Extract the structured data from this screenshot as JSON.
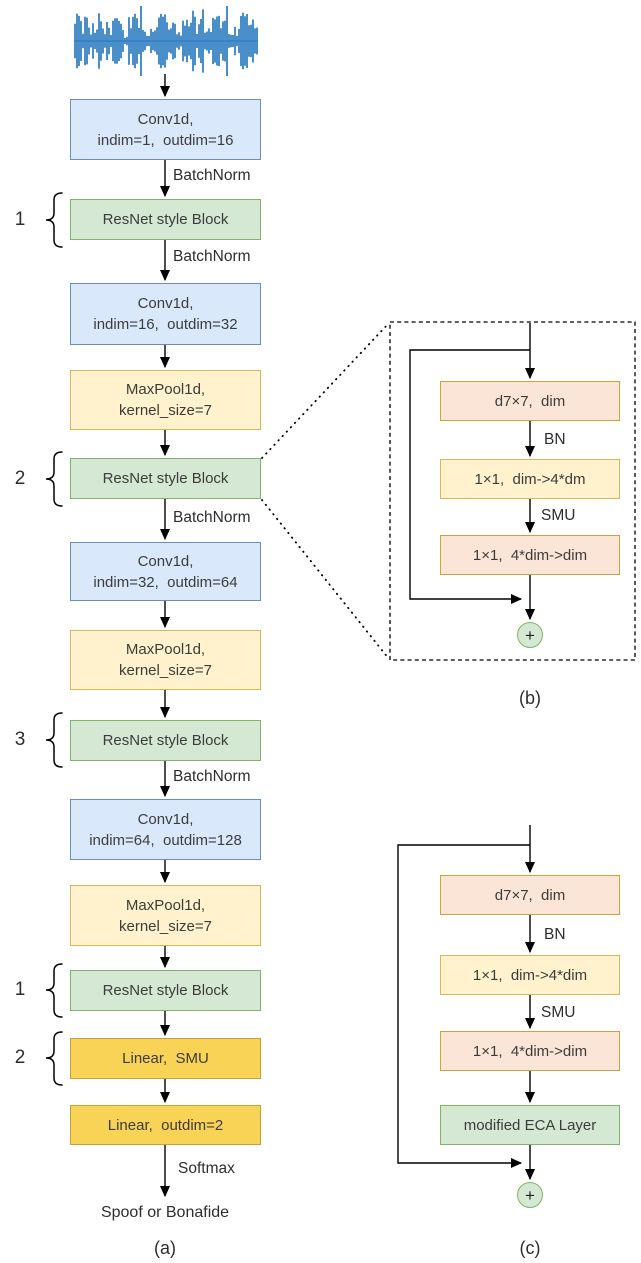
{
  "palette": {
    "blue_fill": "#DAE8FC",
    "blue_stroke": "#6C8EBF",
    "green_fill": "#D5E8D4",
    "green_stroke": "#82B366",
    "cream_fill": "#FFF2CC",
    "cream_stroke": "#D6B656",
    "gold_fill": "#F8D355",
    "gold_stroke": "#C5A137",
    "peach_fill": "#FBE5D6",
    "peach_stroke": "#C9A63C",
    "wave_blue": "#2B7BC0",
    "text": "#3C3C3C"
  },
  "a": {
    "caption": "(a)",
    "output_text": "Spoof or Bonafide",
    "repeat_counts": [
      "1",
      "2",
      "3",
      "1",
      "2"
    ],
    "edge_labels": {
      "bn": [
        "BatchNorm",
        "BatchNorm",
        "BatchNorm",
        "BatchNorm"
      ],
      "softmax": "Softmax"
    },
    "blocks": {
      "conv1": {
        "l1": "Conv1d,",
        "l2": "indim=1,  outdim=16"
      },
      "res1": {
        "l1": "ResNet style Block"
      },
      "conv2": {
        "l1": "Conv1d,",
        "l2": "indim=16,  outdim=32"
      },
      "pool1": {
        "l1": "MaxPool1d,",
        "l2": "kernel_size=7"
      },
      "res2": {
        "l1": "ResNet style Block"
      },
      "conv3": {
        "l1": "Conv1d,",
        "l2": "indim=32,  outdim=64"
      },
      "pool2": {
        "l1": "MaxPool1d,",
        "l2": "kernel_size=7"
      },
      "res3": {
        "l1": "ResNet style Block"
      },
      "conv4": {
        "l1": "Conv1d,",
        "l2": "indim=64,  outdim=128"
      },
      "pool3": {
        "l1": "MaxPool1d,",
        "l2": "kernel_size=7"
      },
      "res4": {
        "l1": "ResNet style Block"
      },
      "lin1": {
        "l1": "Linear,  SMU"
      },
      "lin2": {
        "l1": "Linear,  outdim=2"
      }
    }
  },
  "b": {
    "caption": "(b)",
    "plus": "+",
    "edge_labels": {
      "bn": "BN",
      "smu": "SMU"
    },
    "blocks": {
      "d7": {
        "l1": "d7×7,  dim"
      },
      "c1": {
        "l1": "1×1,  dim->4*dm"
      },
      "c2": {
        "l1": "1×1,  4*dim->dim"
      }
    }
  },
  "c": {
    "caption": "(c)",
    "plus": "+",
    "edge_labels": {
      "bn": "BN",
      "smu": "SMU"
    },
    "blocks": {
      "d7": {
        "l1": "d7×7,  dim"
      },
      "c1": {
        "l1": "1×1,  dim->4*dim"
      },
      "c2": {
        "l1": "1×1,  4*dim->dim"
      },
      "eca": {
        "l1": "modified ECA Layer"
      }
    }
  }
}
